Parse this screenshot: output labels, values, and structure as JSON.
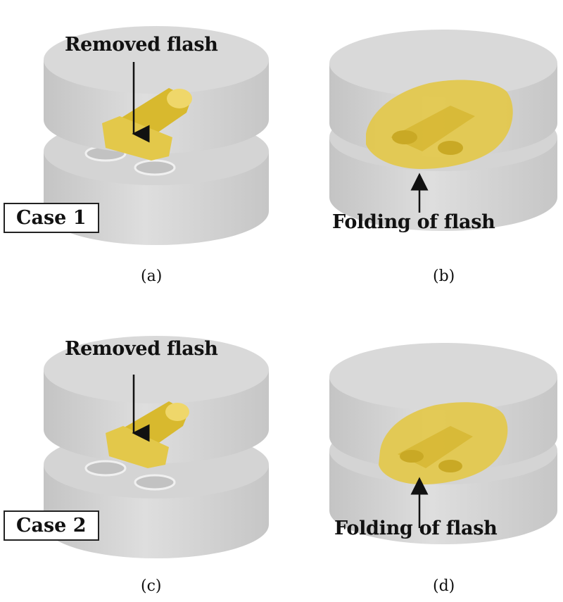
{
  "panels": [
    {
      "id": "a",
      "callout": "Removed flash",
      "case_label": "Case 1",
      "caption": "(a)"
    },
    {
      "id": "b",
      "callout": "Folding of flash",
      "caption": "(b)"
    },
    {
      "id": "c",
      "callout": "Removed flash",
      "case_label": "Case 2",
      "caption": "(c)"
    },
    {
      "id": "d",
      "callout": "Folding of flash",
      "caption": "(d)"
    }
  ],
  "colors": {
    "die": "#d9d9d9",
    "die_edge": "#b5b5b5",
    "flash": "#e3c84a",
    "part": "#d8b92e"
  }
}
